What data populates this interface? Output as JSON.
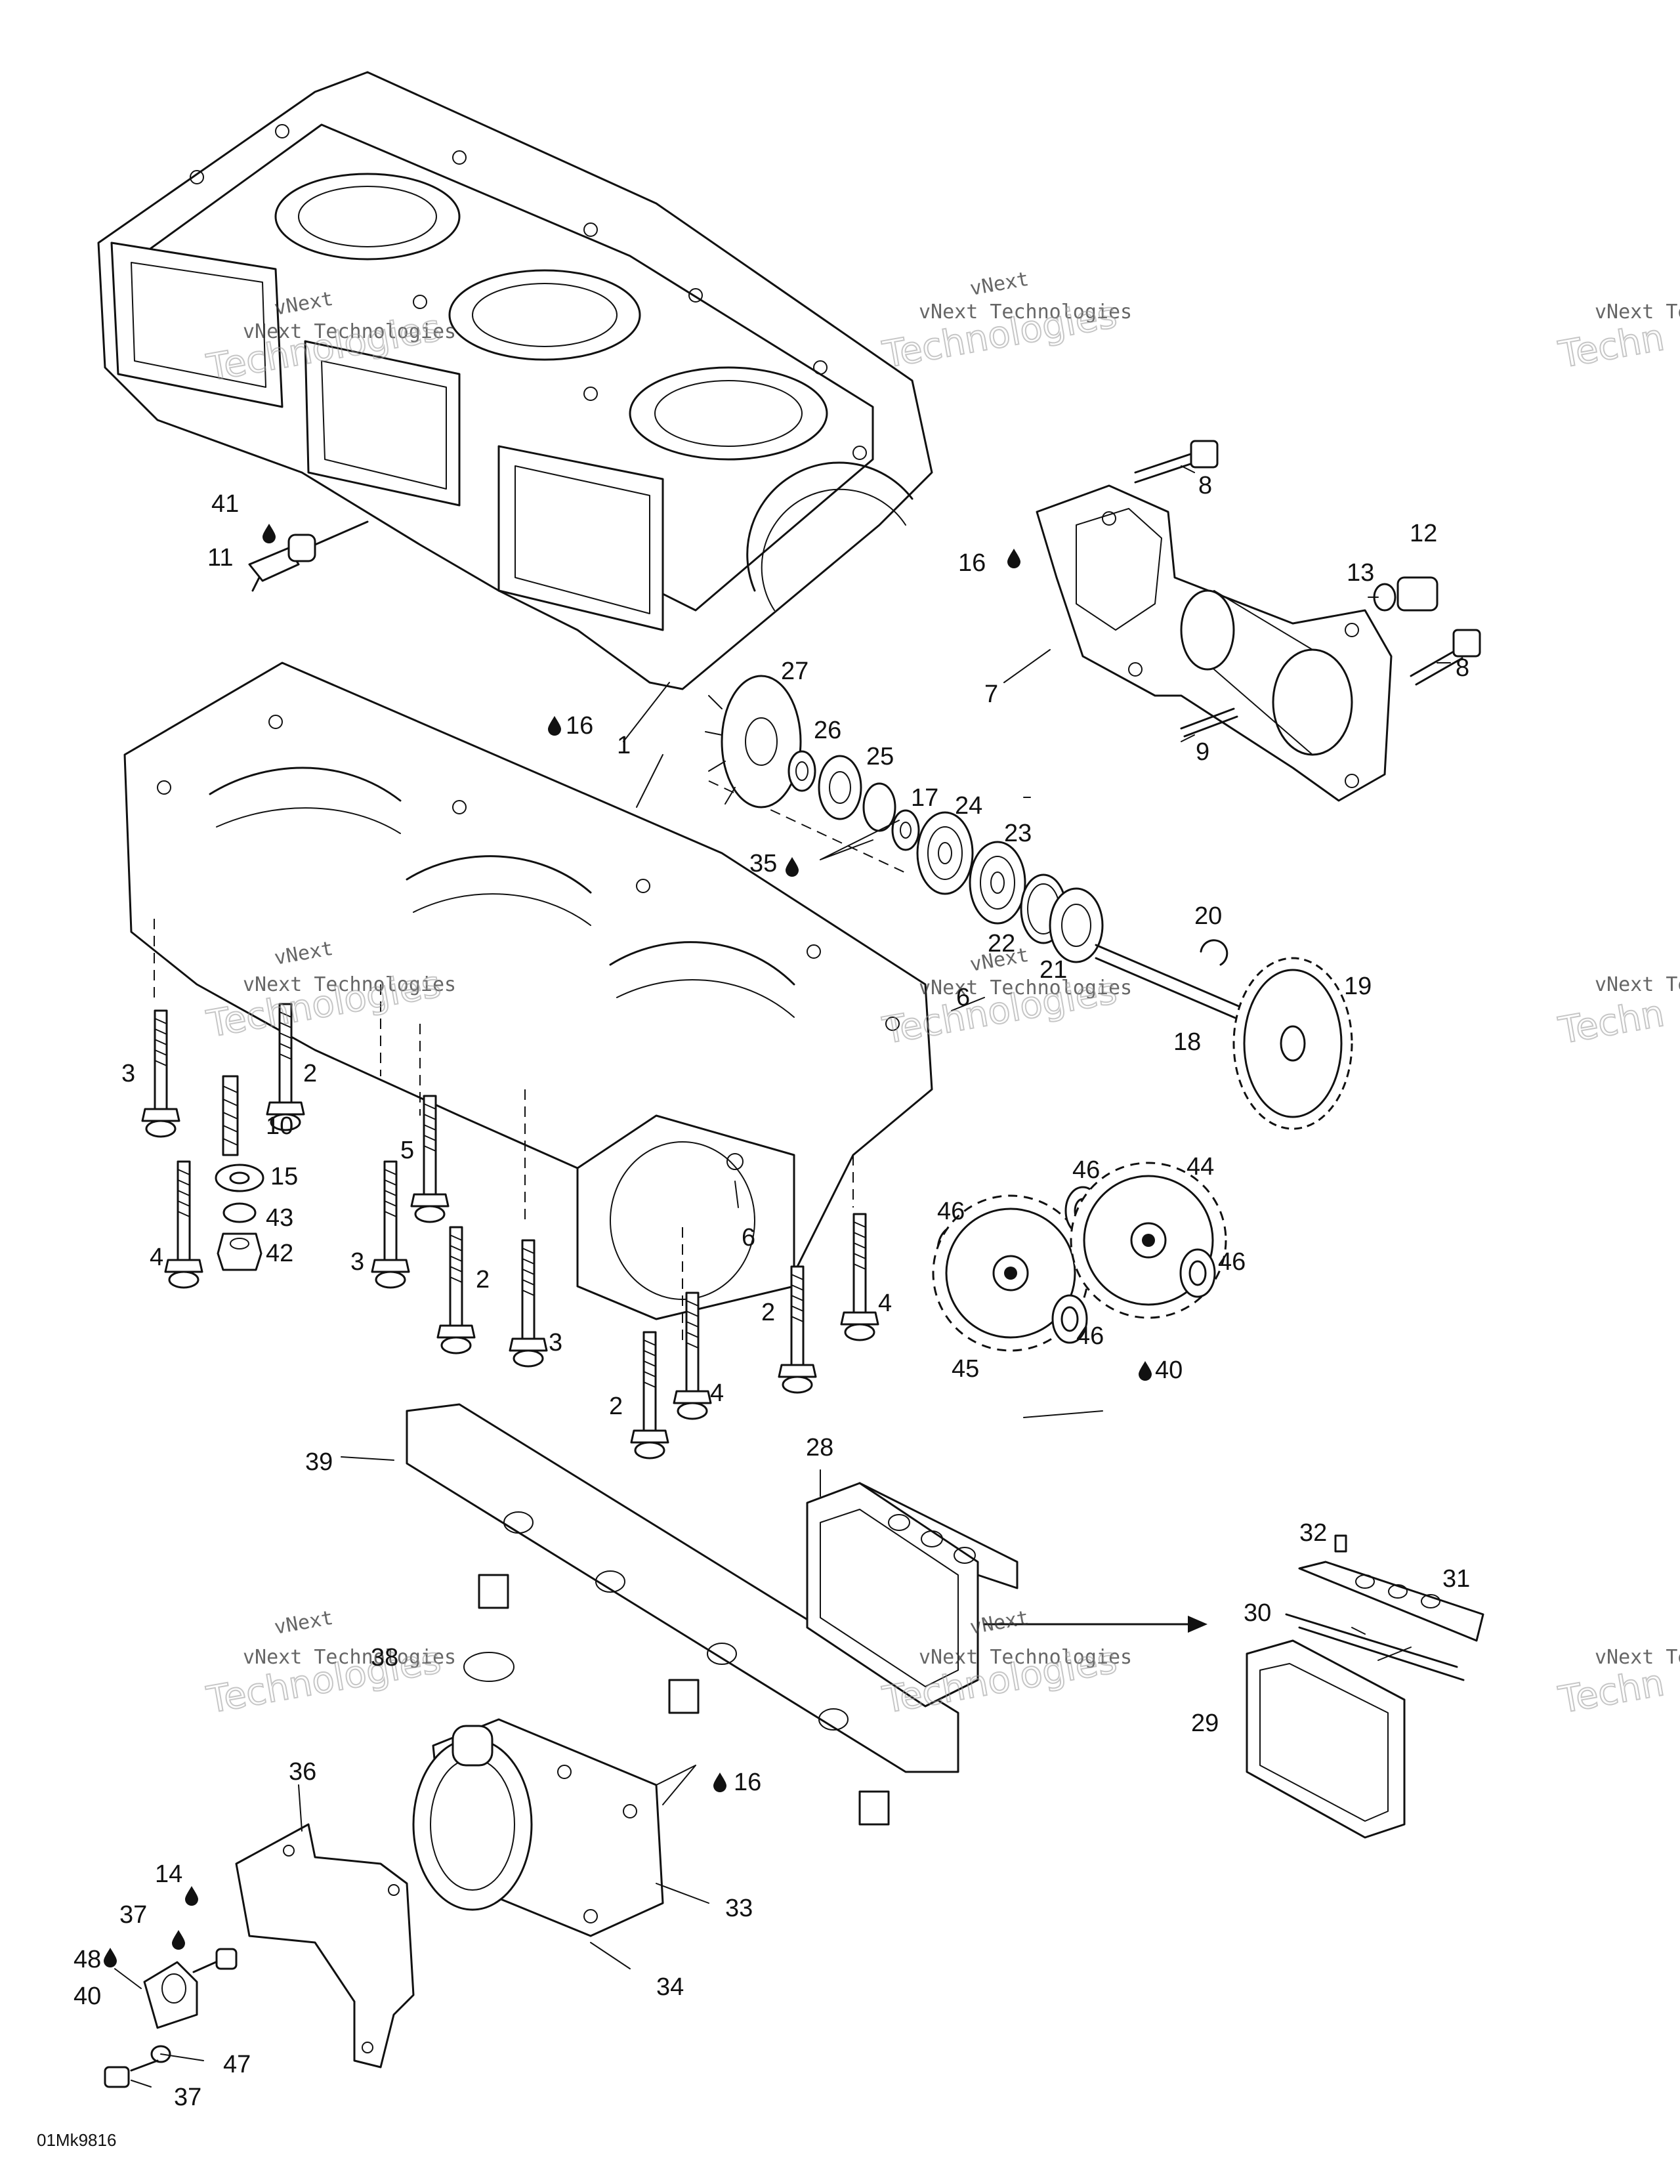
{
  "watermark": {
    "line1": "vNext",
    "line2": "vNext Technologies",
    "line3": "Technologies",
    "edge_short": "vNext Te",
    "edge_large": "Techn"
  },
  "labels": {
    "l1": "1",
    "l2a": "2",
    "l2b": "2",
    "l2c": "2",
    "l2d": "2",
    "l3a": "3",
    "l3b": "3",
    "l3c": "3",
    "l4a": "4",
    "l4b": "4",
    "l4c": "4",
    "l5": "5",
    "l6a": "6",
    "l6b": "6",
    "l7": "7",
    "l8a": "8",
    "l8b": "8",
    "l9": "9",
    "l10": "10",
    "l11": "11",
    "l12": "12",
    "l13": "13",
    "l14": "14",
    "l15": "15",
    "l16a": "16",
    "l16b": "16",
    "l16c": "16",
    "l17": "17",
    "l18": "18",
    "l19": "19",
    "l20": "20",
    "l21": "21",
    "l22": "22",
    "l23": "23",
    "l24": "24",
    "l25": "25",
    "l26": "26",
    "l27": "27",
    "l28": "28",
    "l29": "29",
    "l30": "30",
    "l31": "31",
    "l32": "32",
    "l33": "33",
    "l34": "34",
    "l35": "35",
    "l36": "36",
    "l37a": "37",
    "l37b": "37",
    "l38": "38",
    "l39": "39",
    "l40a": "40",
    "l40b": "40",
    "l41": "41",
    "l42": "42",
    "l43": "43",
    "l44": "44",
    "l45": "45",
    "l46a": "46",
    "l46b": "46",
    "l46c": "46",
    "l46d": "46",
    "l47": "47",
    "l48": "48"
  },
  "drawing_code": "01Mk9816",
  "icons": [
    "oil-drop-icon",
    "arrow-right-icon"
  ],
  "colors": {
    "ink": "#111111",
    "paper": "#ffffff",
    "watermark": "#999999"
  }
}
